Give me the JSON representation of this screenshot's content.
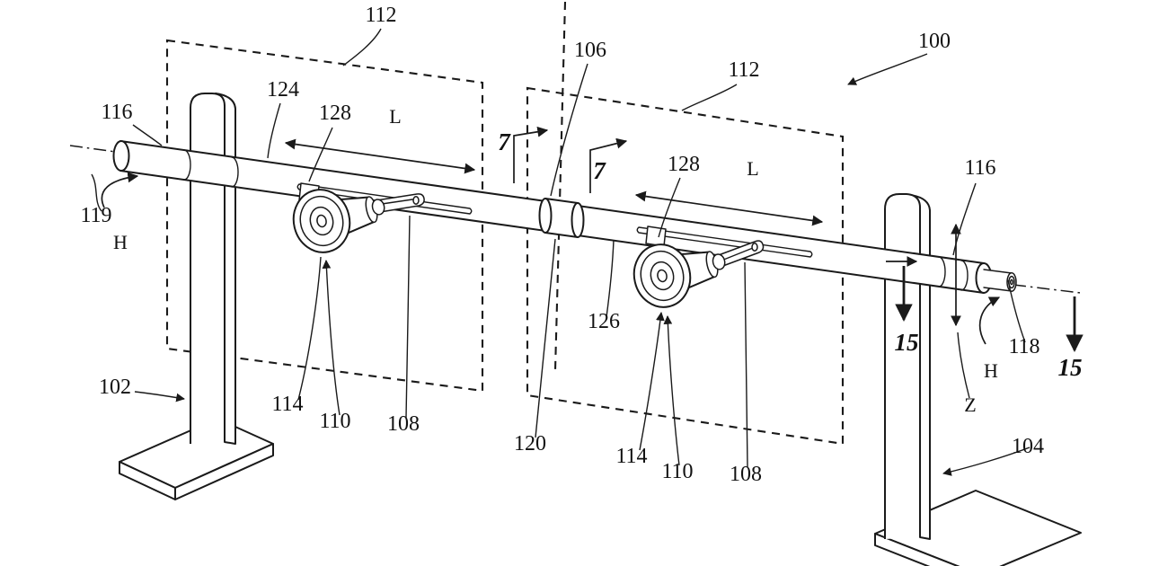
{
  "figure": {
    "description": "Patent-style line drawing of two speaker assemblies mounted on a horizontal rod supported by two upright stands",
    "ink_color": "#1a1a1a",
    "background_color": "#ffffff",
    "labels": {
      "ref_100": "100",
      "ref_102": "102",
      "ref_104": "104",
      "ref_106": "106",
      "ref_108": "108",
      "ref_110": "110",
      "ref_112": "112",
      "ref_114": "114",
      "ref_116": "116",
      "ref_118": "118",
      "ref_119": "119",
      "ref_120": "120",
      "ref_124": "124",
      "ref_126": "126",
      "ref_128": "128",
      "dim_length": "L",
      "dim_height": "H",
      "dim_z": "Z",
      "section_7": "7",
      "section_15": "15"
    }
  }
}
